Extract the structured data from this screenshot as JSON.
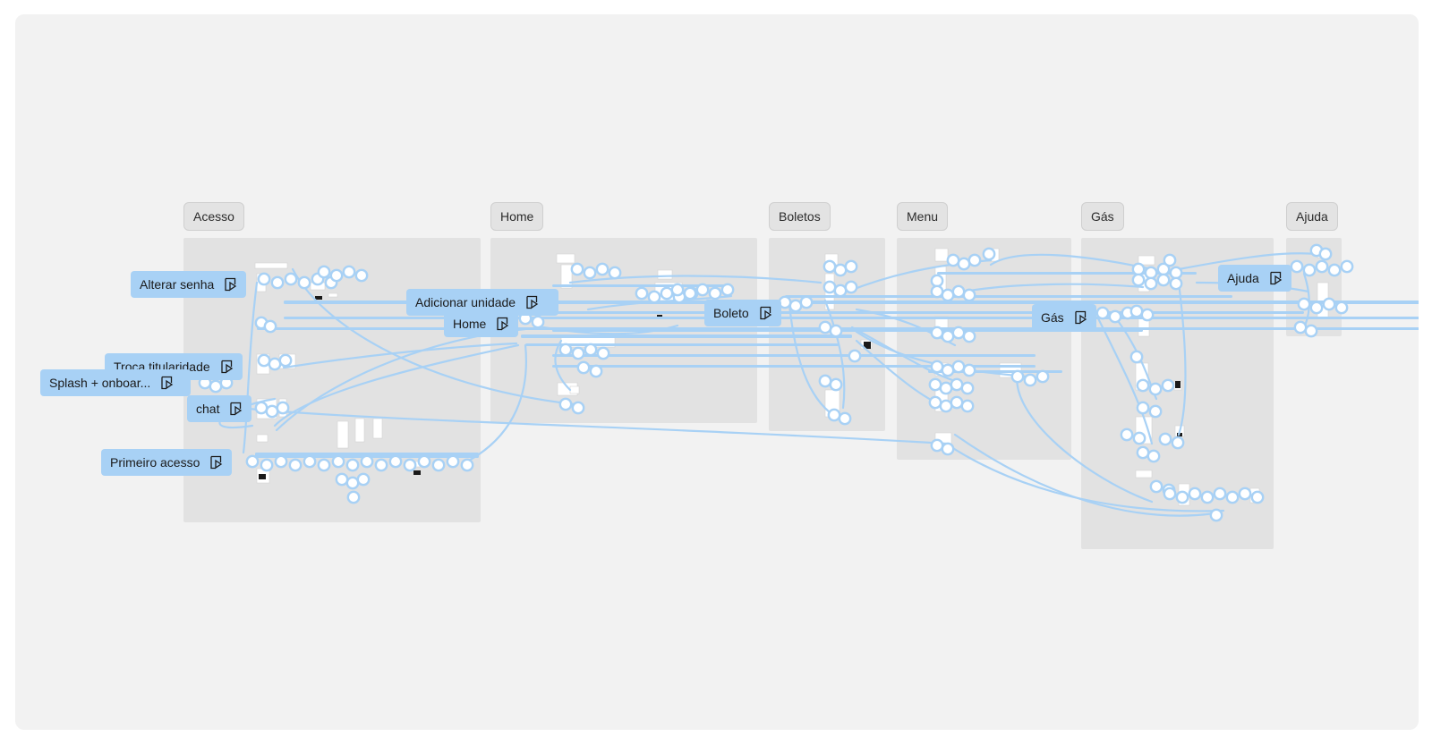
{
  "sections": [
    {
      "title": "Acesso"
    },
    {
      "title": "Home"
    },
    {
      "title": "Boletos"
    },
    {
      "title": "Menu"
    },
    {
      "title": "Gás"
    },
    {
      "title": "Ajuda"
    }
  ],
  "flows": [
    {
      "label": "Alterar senha",
      "icon": "flow-play-icon"
    },
    {
      "label": "Adicionar unidade",
      "icon": "flow-play-icon"
    },
    {
      "label": "Home",
      "icon": "flow-play-icon"
    },
    {
      "label": "Boleto",
      "icon": "flow-play-icon"
    },
    {
      "label": "Gás",
      "icon": "flow-play-icon"
    },
    {
      "label": "Ajuda",
      "icon": "flow-play-icon"
    },
    {
      "label": "Troca titularidade",
      "icon": "flow-play-icon"
    },
    {
      "label": "Splash + onboar...",
      "icon": "flow-play-icon"
    },
    {
      "label": "chat",
      "icon": "flow-play-icon"
    },
    {
      "label": "Primeiro acesso",
      "icon": "flow-play-icon"
    }
  ],
  "colors": {
    "canvas": "#f2f2f2",
    "section": "#e2e2e2",
    "connector": "#a8d1f5",
    "node_fill": "#ffffff"
  }
}
